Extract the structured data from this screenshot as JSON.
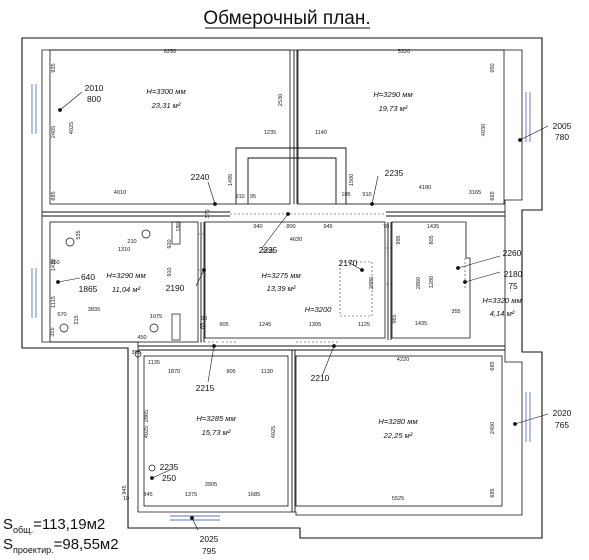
{
  "title": "Обмерочный план.",
  "rooms": [
    {
      "height": "H=3300 мм",
      "area": "23,31 м²"
    },
    {
      "height": "H=3290 мм",
      "area": "19,73 м²"
    },
    {
      "height": "H=3290 мм",
      "area": "11,04 м²"
    },
    {
      "height": "H=3275 мм",
      "area": "13,39 м²"
    },
    {
      "height": "H=3320 мм",
      "area": "4,14 м²"
    },
    {
      "height": "H=3285 мм",
      "area": "15,73 м²"
    },
    {
      "height": "H=3280 мм",
      "area": "22,25 м²"
    },
    {
      "height": "H=3200",
      "area": ""
    }
  ],
  "openings": [
    {
      "w": "2010",
      "h": "800"
    },
    {
      "w": "2005",
      "h": "780"
    },
    {
      "w": "640",
      "h": "1865"
    },
    {
      "w": "2180",
      "h": "75"
    },
    {
      "w": "2020",
      "h": "765"
    },
    {
      "w": "2025",
      "h": "795"
    },
    {
      "w": "2240",
      "h": ""
    },
    {
      "w": "2235",
      "h": ""
    },
    {
      "w": "2260",
      "h": ""
    },
    {
      "w": "2235",
      "h": ""
    },
    {
      "w": "2170",
      "h": ""
    },
    {
      "w": "2190",
      "h": ""
    },
    {
      "w": "2215",
      "h": ""
    },
    {
      "w": "2210",
      "h": ""
    },
    {
      "w": "2235",
      "h": "250"
    }
  ],
  "dims": [
    "6250",
    "5320",
    "935",
    "950",
    "2405",
    "4025",
    "2530",
    "4030",
    "685",
    "665",
    "4010",
    "4180",
    "3165",
    "1235",
    "1140",
    "1495",
    "1500",
    "910",
    "95",
    "105",
    "910",
    "940",
    "800",
    "945",
    "70",
    "375",
    "4630",
    "2235",
    "535",
    "1410",
    "450",
    "210",
    "1310",
    "920",
    "910",
    "180",
    "1435",
    "805",
    "995",
    "1280",
    "2860",
    "2880",
    "1115",
    "570",
    "215",
    "3835",
    "1075",
    "355",
    "65",
    "60",
    "905",
    "1245",
    "1305",
    "1125",
    "965",
    "1435",
    "355",
    "450",
    "1135",
    "395",
    "1870",
    "905",
    "1130",
    "4220",
    "685",
    "2865",
    "4025",
    "4025",
    "2400",
    "3905",
    "845",
    "1375",
    "1685",
    "5525",
    "685",
    "945",
    "10"
  ],
  "summary": {
    "total_label": "S",
    "total_sub": "общ.",
    "total_value": "=113,19м2",
    "proj_label": "S",
    "proj_sub": "проектир.",
    "proj_value": "=98,55м2"
  }
}
